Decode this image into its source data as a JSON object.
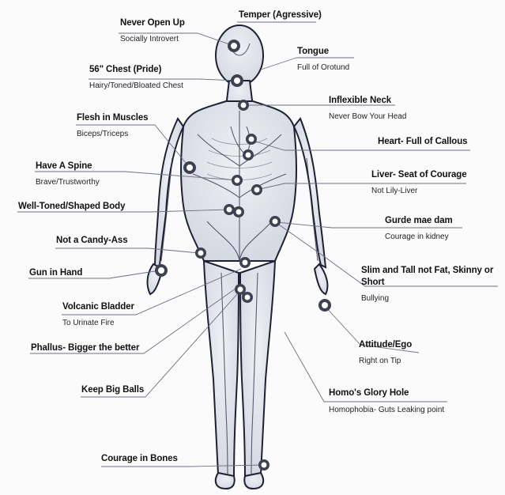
{
  "labels": {
    "never_open_up": {
      "title": "Never Open Up",
      "sub": "Socially Introvert"
    },
    "temper": {
      "title": "Temper (Agressive)"
    },
    "tongue": {
      "title": "Tongue",
      "sub": "Full of Orotund"
    },
    "chest": {
      "title": "56\" Chest (Pride)",
      "sub": "Hairy/Toned/Bloated Chest"
    },
    "neck": {
      "title": "Inflexible Neck",
      "sub": "Never Bow Your Head"
    },
    "muscles": {
      "title": "Flesh in Muscles",
      "sub": "Biceps/Triceps"
    },
    "heart": {
      "title": "Heart- Full of Callous"
    },
    "spine": {
      "title": "Have A Spine",
      "sub": "Brave/Trustworthy"
    },
    "liver": {
      "title": "Liver- Seat of Courage",
      "sub": "Not Lily-Liver"
    },
    "body": {
      "title": "Well-Toned/Shaped Body"
    },
    "kidney": {
      "title": "Gurde mae dam",
      "sub": "Courage in kidney"
    },
    "candy": {
      "title": "Not a Candy-Ass"
    },
    "gun": {
      "title": "Gun in Hand"
    },
    "slim": {
      "title": "Slim and Tall not Fat, Skinny or",
      "title2": "Short",
      "sub": "Bullying"
    },
    "bladder": {
      "title": "Volcanic Bladder",
      "sub": "To Urinate Fire"
    },
    "attitude": {
      "title": "Attitude/Ego",
      "sub": "Right on Tip"
    },
    "phallus": {
      "title": "Phallus- Bigger the better"
    },
    "balls": {
      "title": "Keep Big Balls"
    },
    "glory": {
      "title": "Homo's Glory Hole",
      "sub": "Homophobia- Guts Leaking point"
    },
    "bones": {
      "title": "Courage in Bones"
    }
  }
}
